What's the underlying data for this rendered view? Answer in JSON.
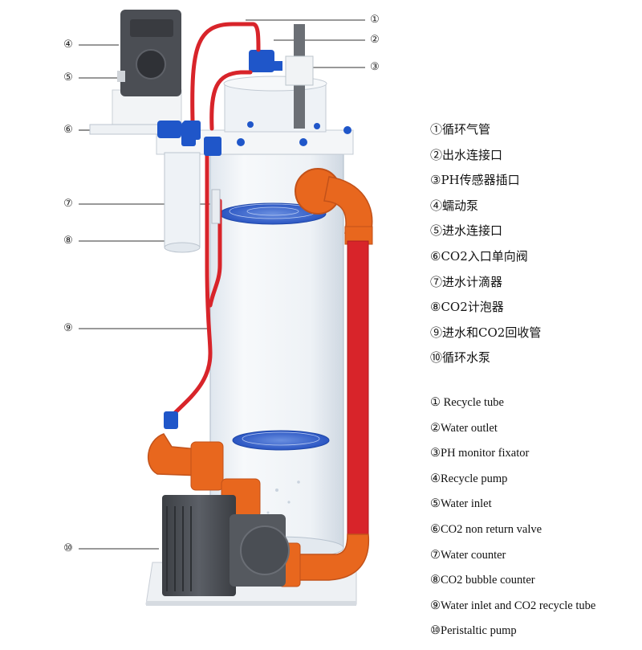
{
  "callouts": [
    "①",
    "②",
    "③",
    "④",
    "⑤",
    "⑥",
    "⑦",
    "⑧",
    "⑨",
    "⑩"
  ],
  "legend_zh": [
    "①循环气管",
    "②出水连接口",
    "③PH传感器插口",
    "④蠕动泵",
    "⑤进水连接口",
    "⑥CO2入口单向阀",
    "⑦进水计滴器",
    "⑧CO2计泡器",
    "⑨进水和CO2回收管",
    "⑩循环水泵"
  ],
  "legend_en": [
    "① Recycle tube",
    "②Water outlet",
    "③PH monitor fixator",
    "④Recycle pump",
    "⑤Water inlet",
    "⑥CO2 non return valve",
    "⑦Water counter",
    "⑧CO2 bubble counter",
    "⑨Water inlet and CO2 recycle tube",
    "⑩Peristaltic pump"
  ],
  "colors": {
    "orange_pipe": "#e8671e",
    "red_tube": "#d8242a",
    "blue_fitting": "#1f56c9",
    "pump_body": "#4a4d52",
    "acrylic": "#e9eef3"
  },
  "icons": [
    "peristaltic-pump-icon",
    "circulation-pump-icon",
    "reactor-cylinder-icon"
  ]
}
